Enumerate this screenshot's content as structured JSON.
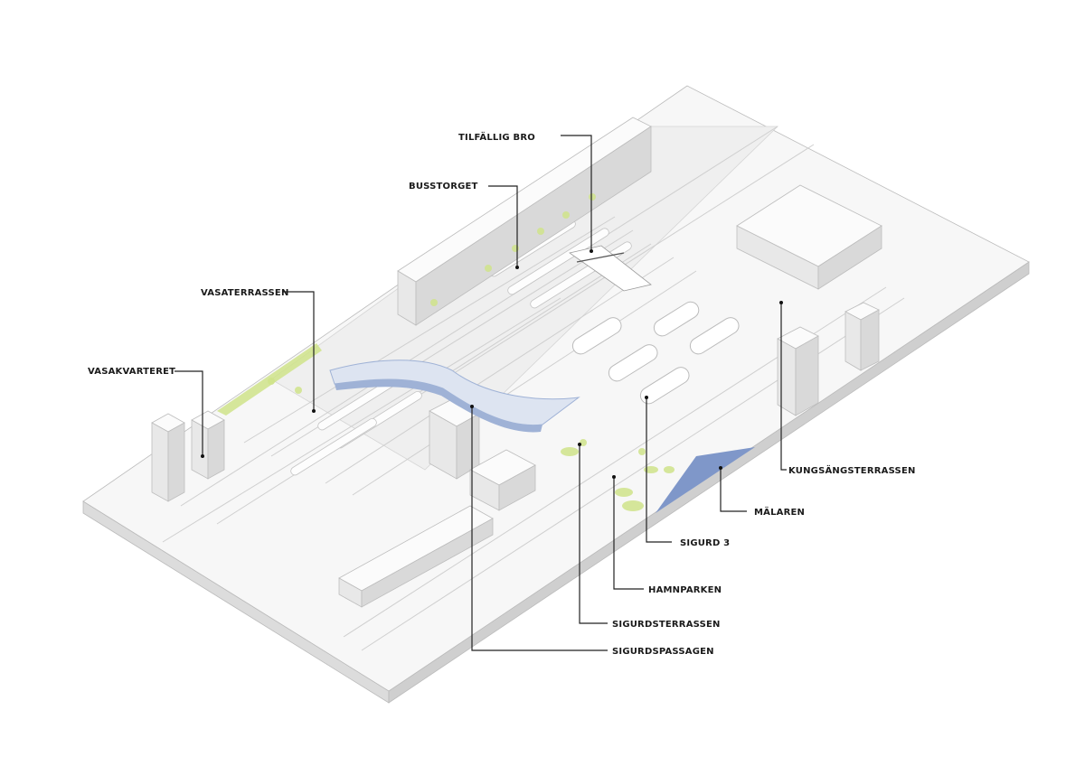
{
  "diagram": {
    "labels": {
      "tillfallig_bro": "TILFÄLLIG BRO",
      "busstorget": "BUSSTORGET",
      "vasaterrassen": "VASATERRASSEN",
      "vasakvarteret": "VASAKVARTERET",
      "kungsangsterrassen": "KUNGSÄNGSTERRASSEN",
      "malaren": "MÄLAREN",
      "sigurd3": "SIGURD 3",
      "hamnparken": "HAMNPARKEN",
      "sigurdsterrassen": "SIGURDSTERRASSEN",
      "sigurdspassagen": "SIGURDSPASSAGEN"
    },
    "colors": {
      "water": "#7f97c9",
      "green": "#cfe38a",
      "roof": "#9fb2d6",
      "leader": "#222222"
    }
  }
}
